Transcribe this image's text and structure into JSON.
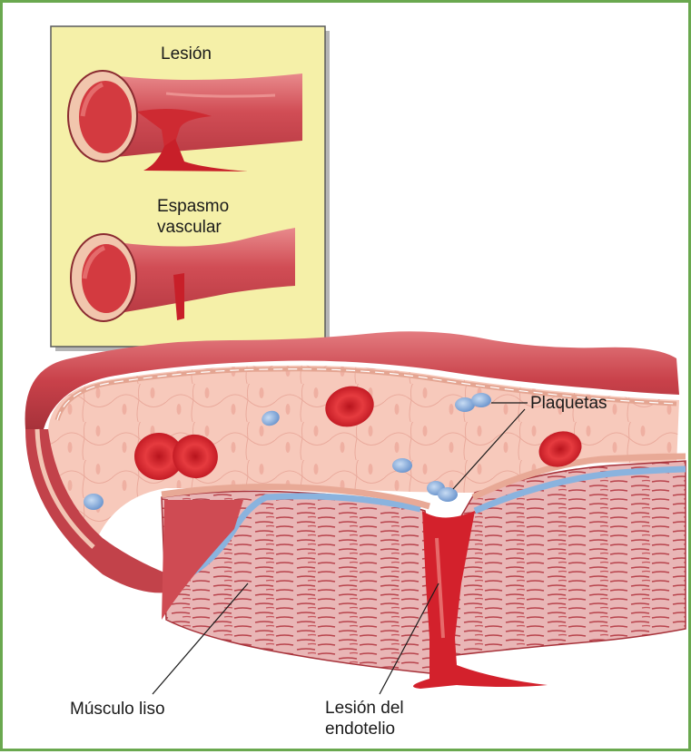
{
  "inset": {
    "label_lesion": "Lesión",
    "label_spasm_line1": "Espasmo",
    "label_spasm_line2": "vascular"
  },
  "main": {
    "label_platelets": "Plaquetas",
    "label_smooth_muscle": "Músculo liso",
    "label_endothelium_line1": "Lesión del",
    "label_endothelium_line2": "endotelio"
  },
  "colors": {
    "frame_border": "#6aa84f",
    "inset_background": "#f5f0a8",
    "vessel_wall": "#c9414a",
    "vessel_inner": "#f4bcae",
    "blood": "#d3212c",
    "platelet": "#7fa6d8",
    "endothelium_blue": "#8ab3de"
  }
}
